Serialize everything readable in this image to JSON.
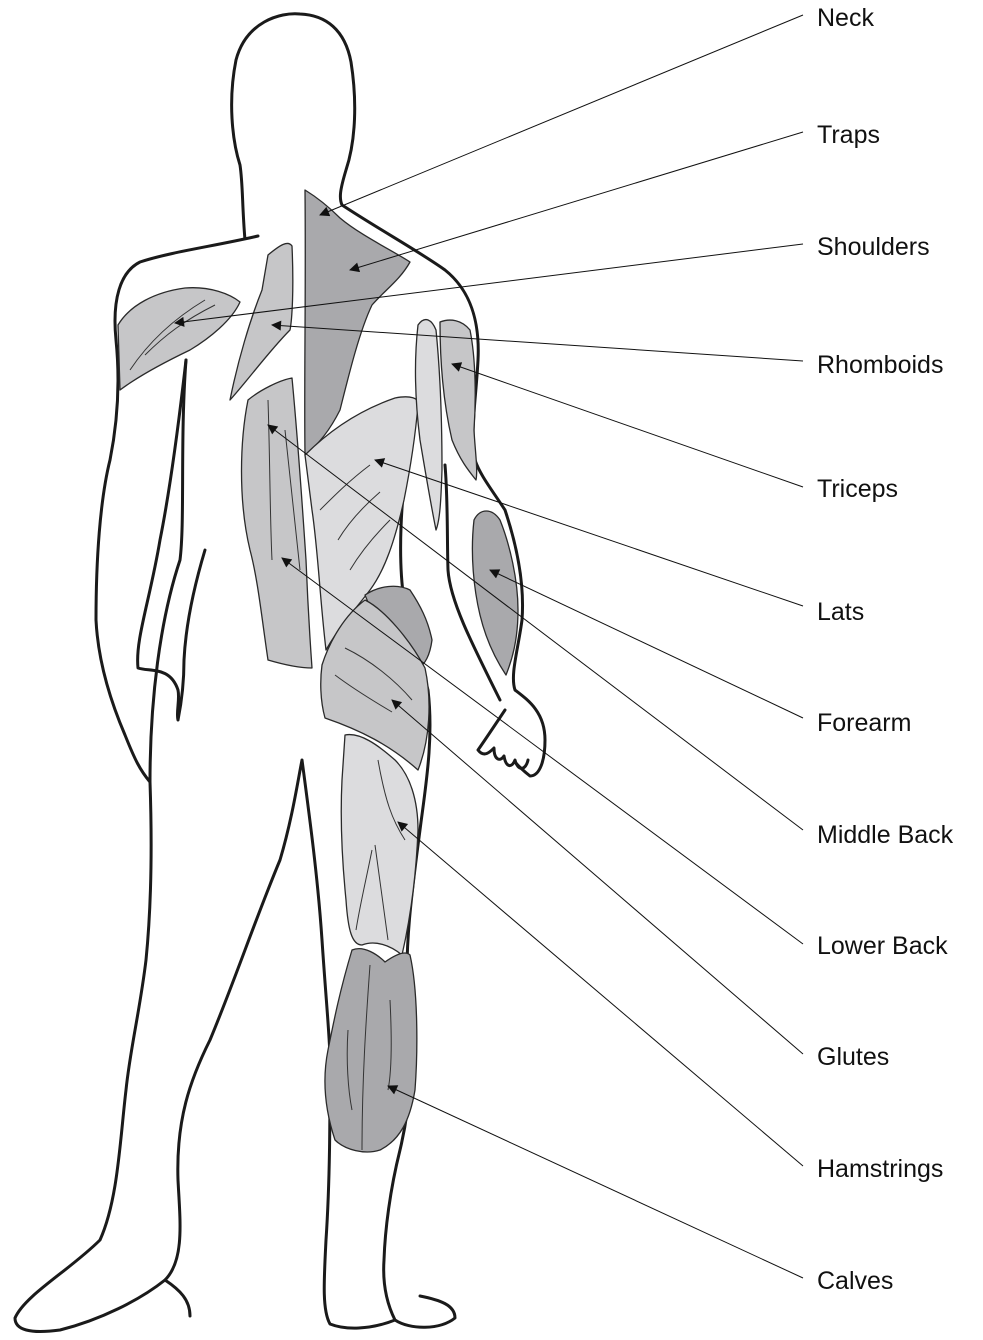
{
  "diagram": {
    "labels": [
      "Neck",
      "Traps",
      "Shoulders",
      "Rhomboids",
      "Triceps",
      "Lats",
      "Forearm",
      "Middle Back",
      "Lower Back",
      "Glutes",
      "Hamstrings",
      "Calves"
    ]
  },
  "colors": {
    "outline": "#1a1a1a",
    "muscle_dark": "#a9a9ac",
    "muscle_medium": "#c6c6c8",
    "muscle_light": "#dcdcde",
    "body": "#ffffff"
  }
}
